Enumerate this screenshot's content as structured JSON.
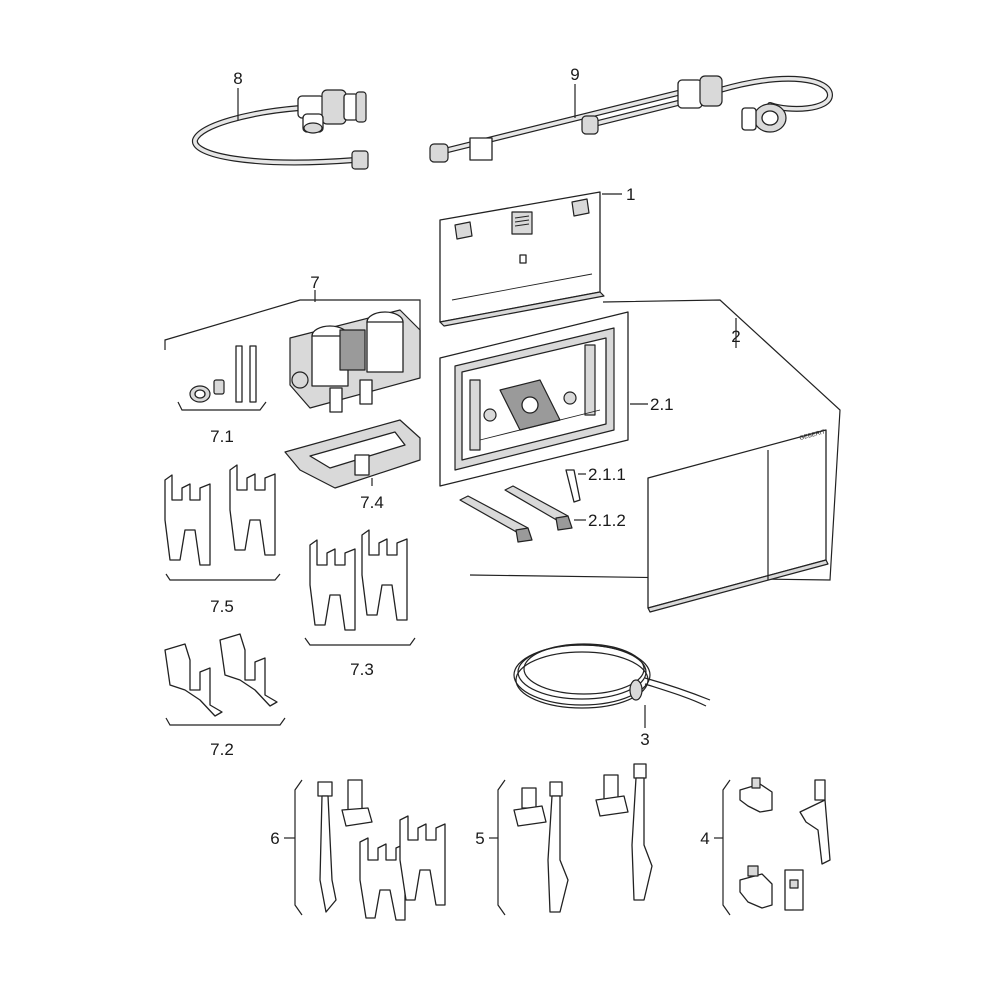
{
  "callouts": {
    "c1": "1",
    "c2": "2",
    "c2_1": "2.1",
    "c2_1_1": "2.1.1",
    "c2_1_2": "2.1.2",
    "c3": "3",
    "c4": "4",
    "c5": "5",
    "c6": "6",
    "c7": "7",
    "c7_1": "7.1",
    "c7_2": "7.2",
    "c7_3": "7.3",
    "c7_4": "7.4",
    "c7_5": "7.5",
    "c8": "8",
    "c9": "9"
  },
  "brand_mark": "GEBERIT"
}
